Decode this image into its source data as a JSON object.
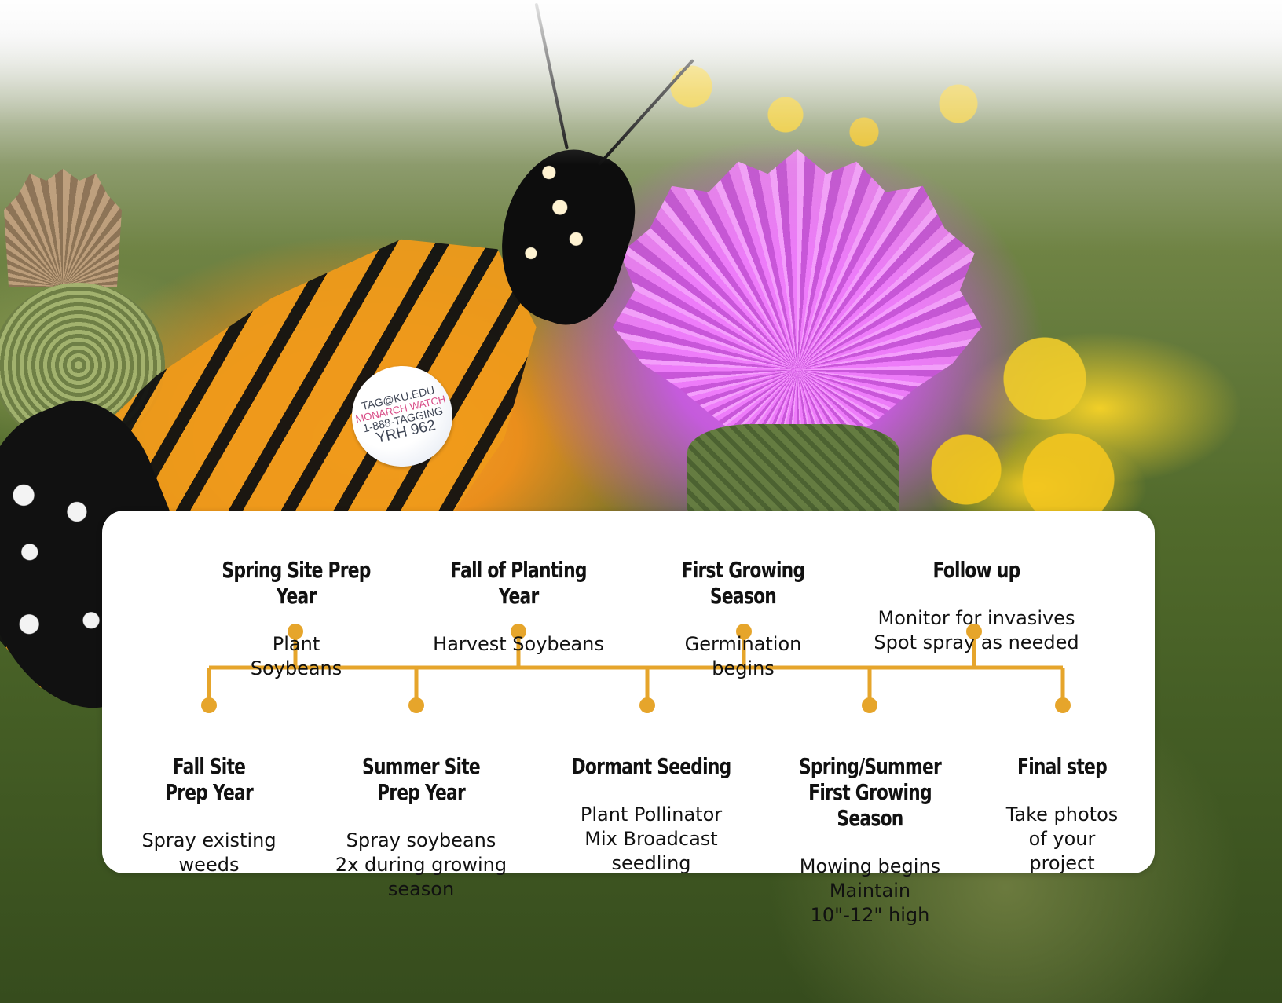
{
  "background": {
    "tag_lines": [
      "TAG@KU.EDU",
      "MONARCH WATCH",
      "1-888-TAGGING",
      "YRH 962"
    ],
    "colors": {
      "timeline": "#e6a52b",
      "card": "#ffffff",
      "text": "#111111"
    }
  },
  "timeline": {
    "top": [
      {
        "title": "Spring Site Prep Year",
        "text": "Plant\nSoybeans"
      },
      {
        "title": "Fall of Planting Year",
        "text": "Harvest Soybeans"
      },
      {
        "title": "First Growing Season",
        "text": "Germination\nbegins"
      },
      {
        "title": "Follow up",
        "text": "Monitor for invasives\nSpot spray as needed"
      }
    ],
    "bottom": [
      {
        "title": "Fall Site\nPrep Year",
        "text": "Spray existing\nweeds"
      },
      {
        "title": "Summer Site\nPrep Year",
        "text": "Spray soybeans\n2x during growing\nseason"
      },
      {
        "title": "Dormant Seeding",
        "text": "Plant Pollinator\nMix Broadcast\nseedling"
      },
      {
        "title": "Spring/Summer\nFirst Growing Season",
        "text": "Mowing begins\nMaintain\n10\"-12\" high"
      },
      {
        "title": "Final step",
        "text": "Take photos\nof your\nproject"
      }
    ]
  }
}
